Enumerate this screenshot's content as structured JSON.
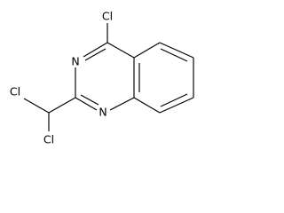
{
  "molecule": {
    "atoms": {
      "cl_top": "Cl",
      "n3": "N",
      "n1": "N",
      "cl_left": "Cl",
      "cl_right": "Cl"
    }
  },
  "colors": {
    "bond": "#000000",
    "label": "#000000",
    "background": "#ffffff"
  }
}
